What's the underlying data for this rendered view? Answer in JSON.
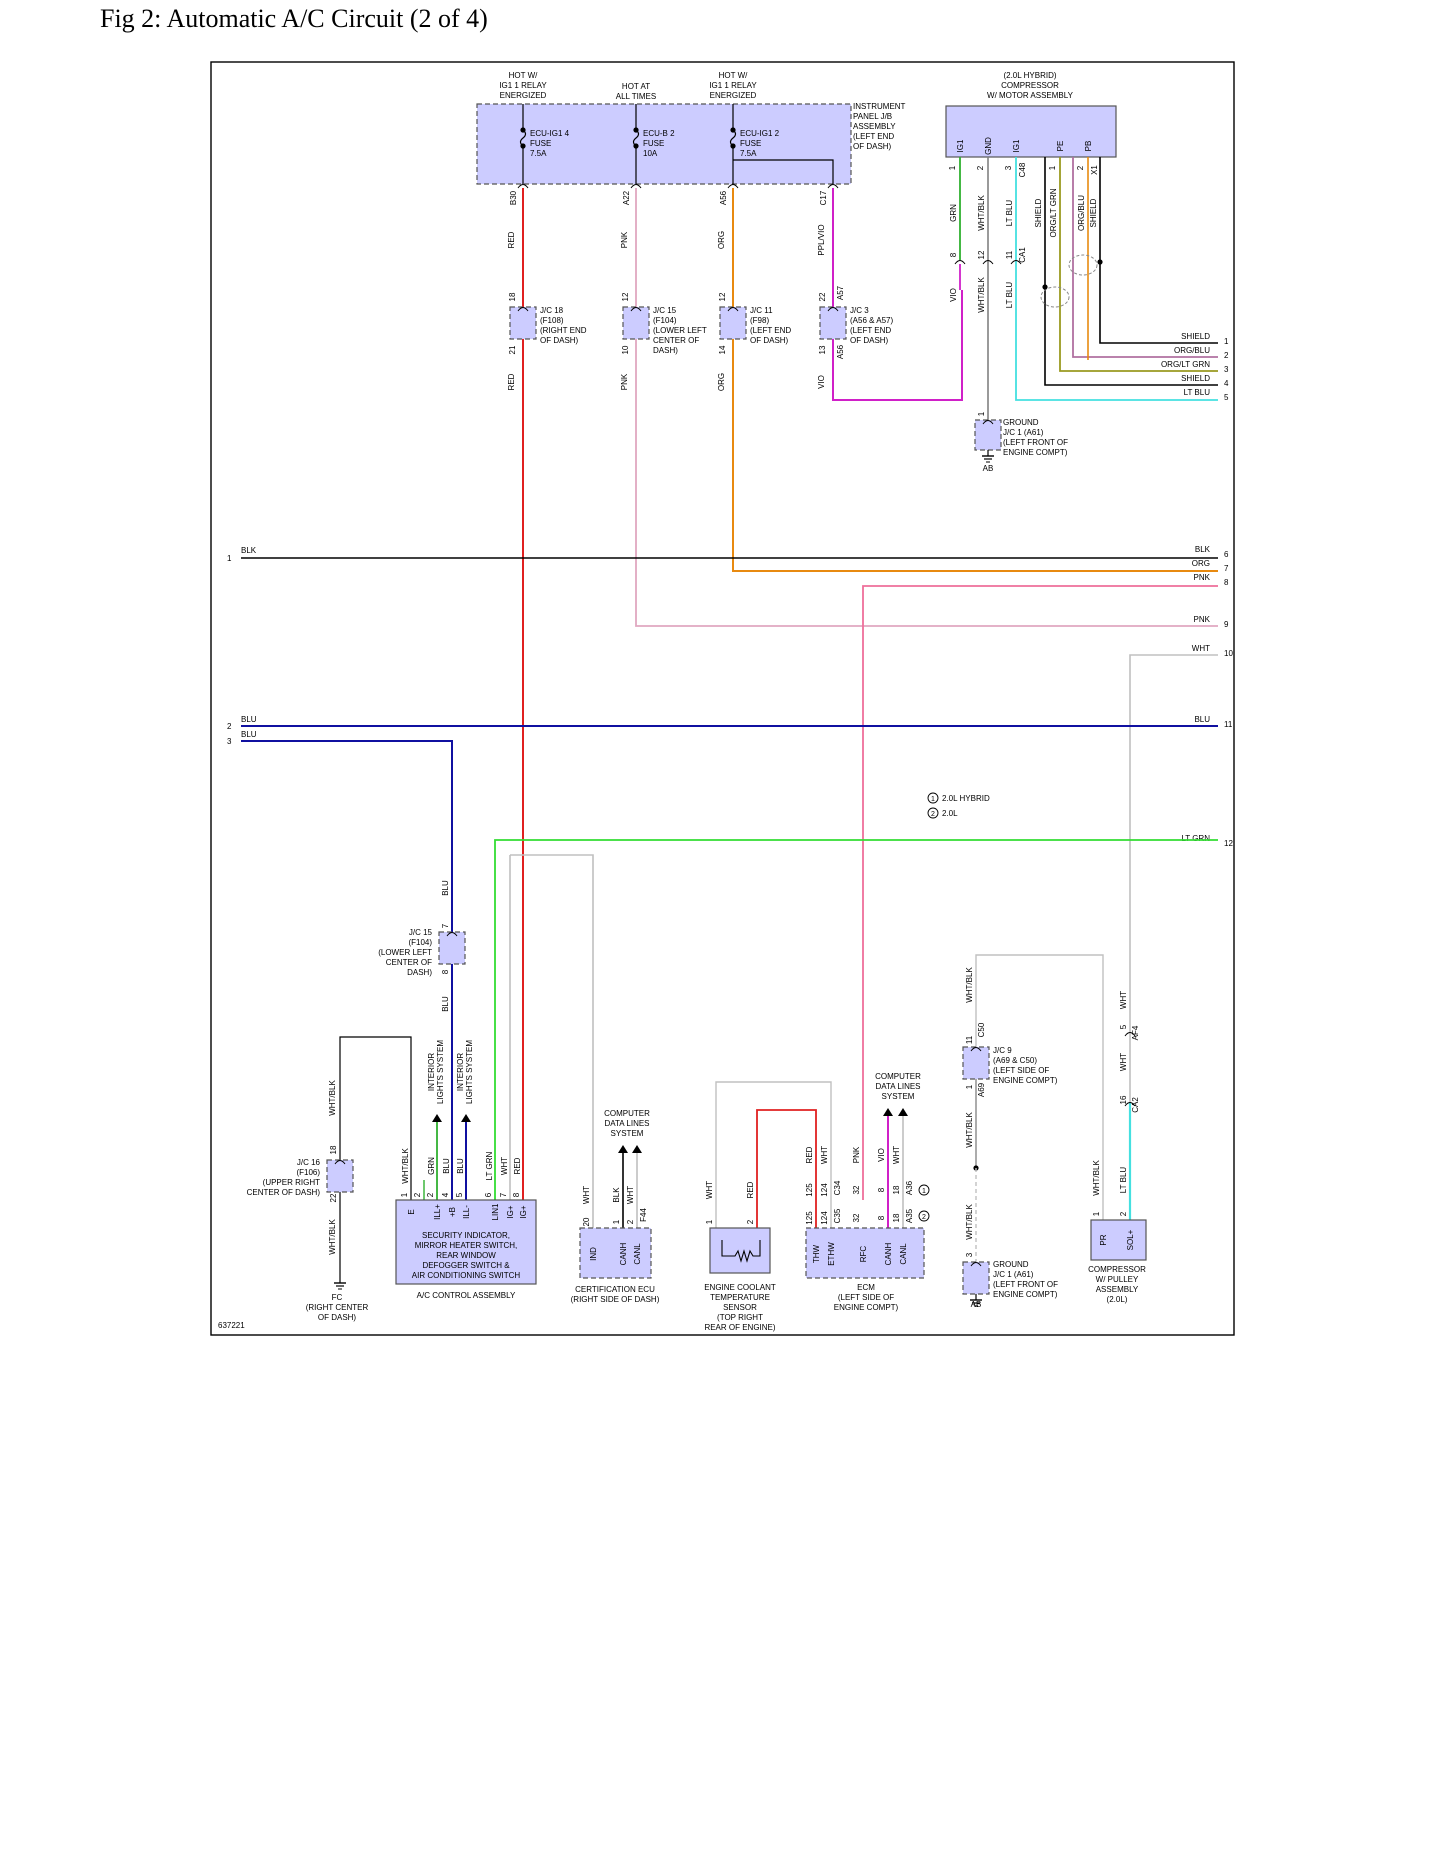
{
  "title": "Fig 2: Automatic A/C Circuit (2 of 4)",
  "figure_id": "637221",
  "colors": {
    "frame": "#000000",
    "box_fill": "#ccccff",
    "box_stroke": "#555555",
    "red": "#e02020",
    "pnk_light": "#e0a8c0",
    "pnk": "#ee6f9a",
    "org": "#e88a10",
    "vio": "#d020c8",
    "grn": "#30b030",
    "ltgrn": "#33dd33",
    "ltblu": "#44e0e0",
    "blu": "#1010a0",
    "blk": "#000000",
    "wht": "#c0c0c0",
    "whtblk": "#808080",
    "orggrn": "#9a9a20",
    "orgblu": "#b070a0"
  },
  "labels": {
    "hot_ig1_a": [
      "HOT W/",
      "IG1 1 RELAY",
      "ENERGIZED"
    ],
    "hot_all": [
      "HOT AT",
      "ALL TIMES"
    ],
    "hot_ig1_b": [
      "HOT W/",
      "IG1 1 RELAY",
      "ENERGIZED"
    ],
    "fuse1": [
      "ECU-IG1 4",
      "FUSE",
      "7.5A"
    ],
    "fuse2": [
      "ECU-B 2",
      "FUSE",
      "10A"
    ],
    "fuse3": [
      "ECU-IG1 2",
      "FUSE",
      "7.5A"
    ],
    "ipjb": [
      "INSTRUMENT",
      "PANEL J/B",
      "ASSEMBLY",
      "(LEFT END",
      "OF DASH)"
    ],
    "compressor": [
      "(2.0L HYBRID)",
      "COMPRESSOR",
      "W/ MOTOR ASSEMBLY"
    ],
    "comp_pins": [
      "IG1",
      "GND",
      "IG1",
      "PE",
      "PB"
    ],
    "comp_pin_nums": [
      "1",
      "2",
      "3",
      "1",
      "2"
    ],
    "comp_conn": [
      "C48",
      "X1"
    ],
    "ipjb_pins": [
      "B30",
      "A22",
      "A56",
      "C17"
    ],
    "wire_top": [
      "RED",
      "PNK",
      "ORG",
      "PPL/VIO"
    ],
    "jc18": [
      "J/C 18",
      "(F108)",
      "(RIGHT END",
      "OF DASH)"
    ],
    "jc15a": [
      "J/C 15",
      "(F104)",
      "(LOWER LEFT",
      "CENTER OF",
      "DASH)"
    ],
    "jc11": [
      "J/C 11",
      "(F98)",
      "(LEFT END",
      "OF DASH)"
    ],
    "jc3": [
      "J/C 3",
      "(A56 & A57)",
      "(LEFT END",
      "OF DASH)"
    ],
    "jc_top_pins": [
      "18",
      "12",
      "12",
      "22"
    ],
    "jc_bot_pins": [
      "21",
      "10",
      "14",
      "13"
    ],
    "jc3_conn": [
      "A57",
      "A56"
    ],
    "wire_mid": [
      "RED",
      "PNK",
      "ORG",
      "VIO"
    ],
    "comp_wires": [
      "GRN",
      "WHT/BLK",
      "LT BLU",
      "SHIELD",
      "ORG/LT GRN",
      "ORG/BLU",
      "SHIELD"
    ],
    "comp_lower_wires": [
      "VIO",
      "WHT/BLK",
      "LT BLU"
    ],
    "comp_lower_pins": [
      "8",
      "12",
      "11"
    ],
    "comp_lower_conn": "CA1",
    "ground_top": [
      "GROUND",
      "J/C 1 (A61)",
      "(LEFT FRONT OF",
      "ENGINE COMPT)"
    ],
    "ground_top_pin": "1",
    "ground_ab": "AB",
    "right_labels": [
      "SHIELD",
      "ORG/BLU",
      "ORG/LT GRN",
      "SHIELD",
      "LT BLU",
      "BLK",
      "ORG",
      "PNK",
      "PNK",
      "WHT",
      "BLU",
      "LT GRN"
    ],
    "right_nums": [
      "1",
      "2",
      "3",
      "4",
      "5",
      "6",
      "7",
      "8",
      "9",
      "10",
      "11",
      "12"
    ],
    "left_labels": [
      "BLK",
      "BLU",
      "BLU"
    ],
    "left_nums": [
      "1",
      "2",
      "3"
    ],
    "legend": [
      "2.0L HYBRID",
      "2.0L"
    ],
    "legend_marks": [
      "1",
      "2"
    ],
    "blu": "BLU",
    "jc15b": [
      "J/C 15",
      "(F104)",
      "(LOWER LEFT",
      "CENTER OF",
      "DASH)"
    ],
    "jc15b_pins": [
      "7",
      "8"
    ],
    "jc16": [
      "J/C 16",
      "(F106)",
      "(UPPER RIGHT",
      "CENTER OF DASH)"
    ],
    "jc16_pins": [
      "18",
      "22"
    ],
    "whtblk": "WHT/BLK",
    "wht": "WHT",
    "fc": [
      "FC",
      "(RIGHT CENTER",
      "OF DASH)"
    ],
    "interior": [
      "INTERIOR",
      "LIGHTS SYSTEM"
    ],
    "ac_wires": [
      "WHT/BLK",
      "GRN",
      "BLU",
      "BLU",
      "LT GRN",
      "WHT",
      "RED"
    ],
    "ac_pin_nums": [
      "1",
      "2",
      "4",
      "5",
      "6",
      "7",
      "8"
    ],
    "ac_pins": [
      "E",
      "ILL+",
      "+B",
      "ILL-",
      "LIN1",
      "IG+",
      "IG+"
    ],
    "ac_box": [
      "SECURITY INDICATOR,",
      "MIRROR HEATER SWITCH,",
      "REAR WINDOW",
      "DEFOGGER SWITCH &",
      "AIR CONDITIONING SWITCH"
    ],
    "ac_name": "A/C CONTROL ASSEMBLY",
    "cdl": [
      "COMPUTER",
      "DATA LINES",
      "SYSTEM"
    ],
    "cert_wires": [
      "WHT",
      "BLK",
      "WHT"
    ],
    "cert_pin_nums": [
      "20",
      "1",
      "2"
    ],
    "cert_conn": "F44",
    "cert_pins": [
      "IND",
      "CANH",
      "CANL"
    ],
    "cert_name": [
      "CERTIFICATION ECU",
      "(RIGHT SIDE OF DASH)"
    ],
    "ect_wires": [
      "WHT",
      "RED"
    ],
    "ect_pin_nums": [
      "1",
      "2"
    ],
    "ect_name": [
      "ENGINE COOLANT",
      "TEMPERATURE",
      "SENSOR",
      "(TOP RIGHT",
      "REAR OF ENGINE)"
    ],
    "ecm_wires": [
      "RED",
      "WHT",
      "PNK",
      "VIO",
      "WHT"
    ],
    "ecm_pin_top": [
      "125",
      "124",
      "32",
      "8",
      "18"
    ],
    "ecm_conn_top": [
      "C34",
      "A36"
    ],
    "ecm_pin_bot": [
      "125",
      "124",
      "32",
      "8",
      "18"
    ],
    "ecm_conn_bot": [
      "C35",
      "A35"
    ],
    "ecm_pins": [
      "THW",
      "ETHW",
      "RFC",
      "CANH",
      "CANL"
    ],
    "ecm_name": [
      "ECM",
      "(LEFT SIDE OF",
      "ENGINE COMPT)"
    ],
    "jc9": [
      "J/C 9",
      "(A69 & C50)",
      "(LEFT SIDE OF",
      "ENGINE COMPT)"
    ],
    "jc9_pins": [
      "11",
      "1"
    ],
    "jc9_conn": [
      "C50",
      "A69"
    ],
    "ground_bot": [
      "GROUND",
      "J/C 1 (A61)",
      "(LEFT FRONT OF",
      "ENGINE COMPT)"
    ],
    "ground_bot_pin": "3",
    "af_pins": [
      "5",
      "16"
    ],
    "af_conn": [
      "AF4",
      "CA2"
    ],
    "ltblu": "LT BLU",
    "pulley_pin_nums": [
      "1",
      "2"
    ],
    "pulley_pins": [
      "PR",
      "SOL+"
    ],
    "pulley_name": [
      "COMPRESSOR",
      "W/ PULLEY",
      "ASSEMBLY",
      "(2.0L)"
    ]
  }
}
